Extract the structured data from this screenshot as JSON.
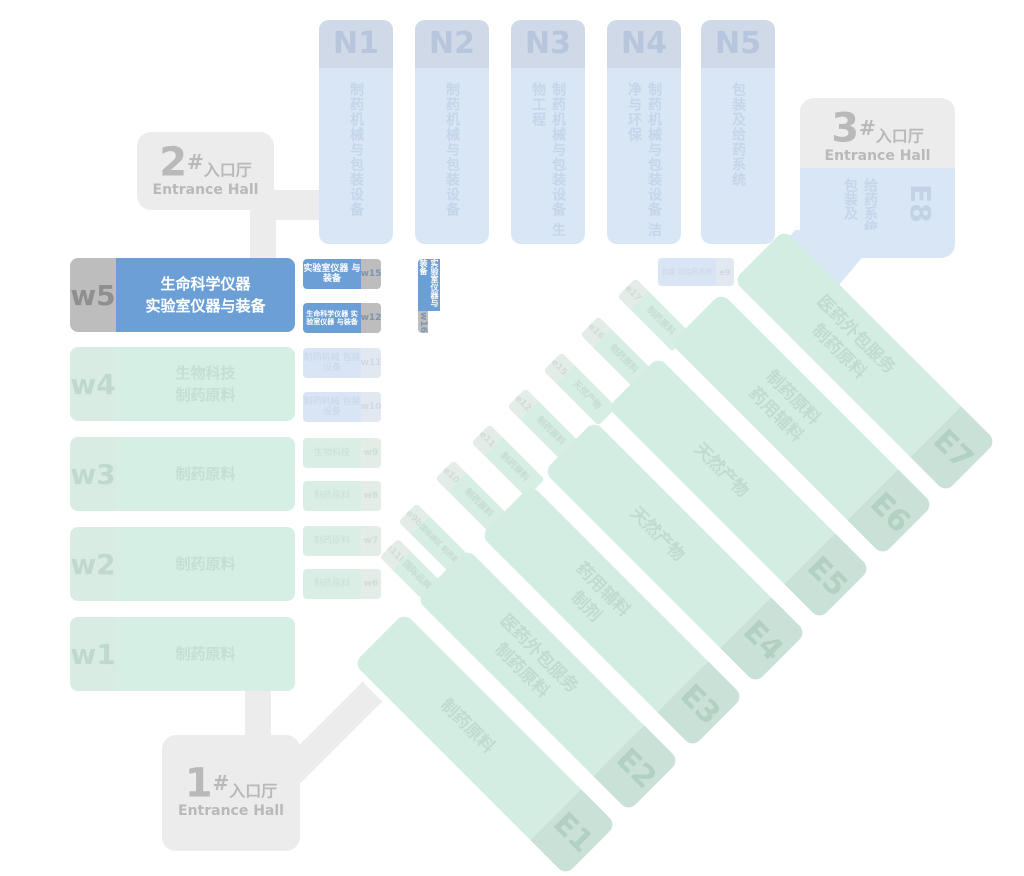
{
  "entrances": {
    "hall1": {
      "num": "1",
      "mark": "#",
      "zh": "入口厅",
      "en": "Entrance Hall"
    },
    "hall2": {
      "num": "2",
      "mark": "#",
      "zh": "入口厅",
      "en": "Entrance Hall"
    },
    "hall3": {
      "num": "3",
      "mark": "#",
      "zh": "入口厅",
      "en": "Entrance Hall"
    }
  },
  "north_halls": [
    {
      "id": "N1",
      "text": "制药机械与包装设备"
    },
    {
      "id": "N2",
      "text": "制药机械与包装设备"
    },
    {
      "id": "N3",
      "text": "制药机械与包装设备 生物工程"
    },
    {
      "id": "N4",
      "text": "制药机械与包装设备 洁净与环保"
    },
    {
      "id": "N5",
      "text": "包装及给药系统"
    }
  ],
  "e8": {
    "id": "E8",
    "line1": "包装及",
    "line2": "给药系统"
  },
  "west_halls": [
    {
      "id": "w5",
      "line1": "生命科学仪器",
      "line2": "实验室仪器与装备"
    },
    {
      "id": "w4",
      "line1": "生物科技",
      "line2": "制药原料"
    },
    {
      "id": "w3",
      "line1": "制药原料",
      "line2": ""
    },
    {
      "id": "w2",
      "line1": "制药原料",
      "line2": ""
    },
    {
      "id": "w1",
      "line1": "制药原料",
      "line2": ""
    }
  ],
  "west_small": [
    {
      "id": "w15",
      "text": "实验室仪器 与装备"
    },
    {
      "id": "w12",
      "text": "生命科学仪器 实验室仪器 与装备"
    },
    {
      "id": "w11",
      "text": "制药机械 包装设备"
    },
    {
      "id": "w10",
      "text": "制药机械 包装设备"
    },
    {
      "id": "w9",
      "text": "生物科技"
    },
    {
      "id": "w8",
      "text": "制药原料"
    },
    {
      "id": "w7",
      "text": "制药原料"
    },
    {
      "id": "w6",
      "text": "制药原料"
    }
  ],
  "w16": {
    "id": "w16",
    "text": "实验室仪器与装备"
  },
  "e9": {
    "id": "e9",
    "text": "包装 及给药系统"
  },
  "east_small": [
    {
      "id": "e17",
      "text": "制药原料"
    },
    {
      "id": "e16",
      "text": "制药原料"
    },
    {
      "id": "e15",
      "text": "天然产物"
    },
    {
      "id": "e12",
      "text": "制药原料"
    },
    {
      "id": "e11",
      "text": "制药原料"
    },
    {
      "id": "e10",
      "text": "制药原料"
    },
    {
      "id": "e9b",
      "text": "国际展区 制药原料"
    },
    {
      "id": "e11b",
      "text": "国际品牌"
    }
  ],
  "east_halls": [
    {
      "id": "E7",
      "line1": "医药外包服务",
      "line2": "制药原料"
    },
    {
      "id": "E6",
      "line1": "制药原料",
      "line2": "药用辅料"
    },
    {
      "id": "E5",
      "line1": "天然产物",
      "line2": ""
    },
    {
      "id": "E4",
      "line1": "天然产物",
      "line2": ""
    },
    {
      "id": "E3",
      "line1": "药用辅料",
      "line2": "制剂"
    },
    {
      "id": "E2",
      "line1": "医药外包服务",
      "line2": "制药原料"
    },
    {
      "id": "E1",
      "line1": "制药原料",
      "line2": ""
    }
  ],
  "colors": {
    "active": "#6c9fd6",
    "north": "#d8e6f6",
    "west": "#d5efe4",
    "hall": "#ececec"
  }
}
